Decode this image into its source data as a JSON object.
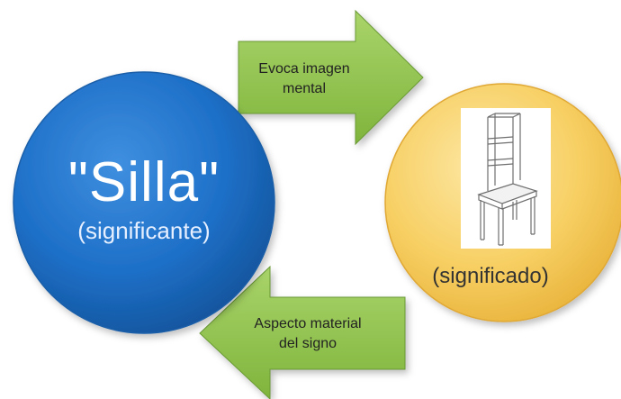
{
  "diagram": {
    "signifier": {
      "word": "\"Silla\"",
      "caption": "(significante)"
    },
    "signified": {
      "caption": "(significado)",
      "image": "chair-drawing"
    },
    "arrow_top": {
      "label": "Evoca imagen\nmental"
    },
    "arrow_bottom": {
      "label": "Aspecto material\ndel signo"
    }
  },
  "colors": {
    "signifier_fill": "#1d6fc7",
    "signified_fill": "#f7cf63",
    "arrow_fill": "#8cc04a",
    "arrow_stroke": "#6a9a36"
  }
}
